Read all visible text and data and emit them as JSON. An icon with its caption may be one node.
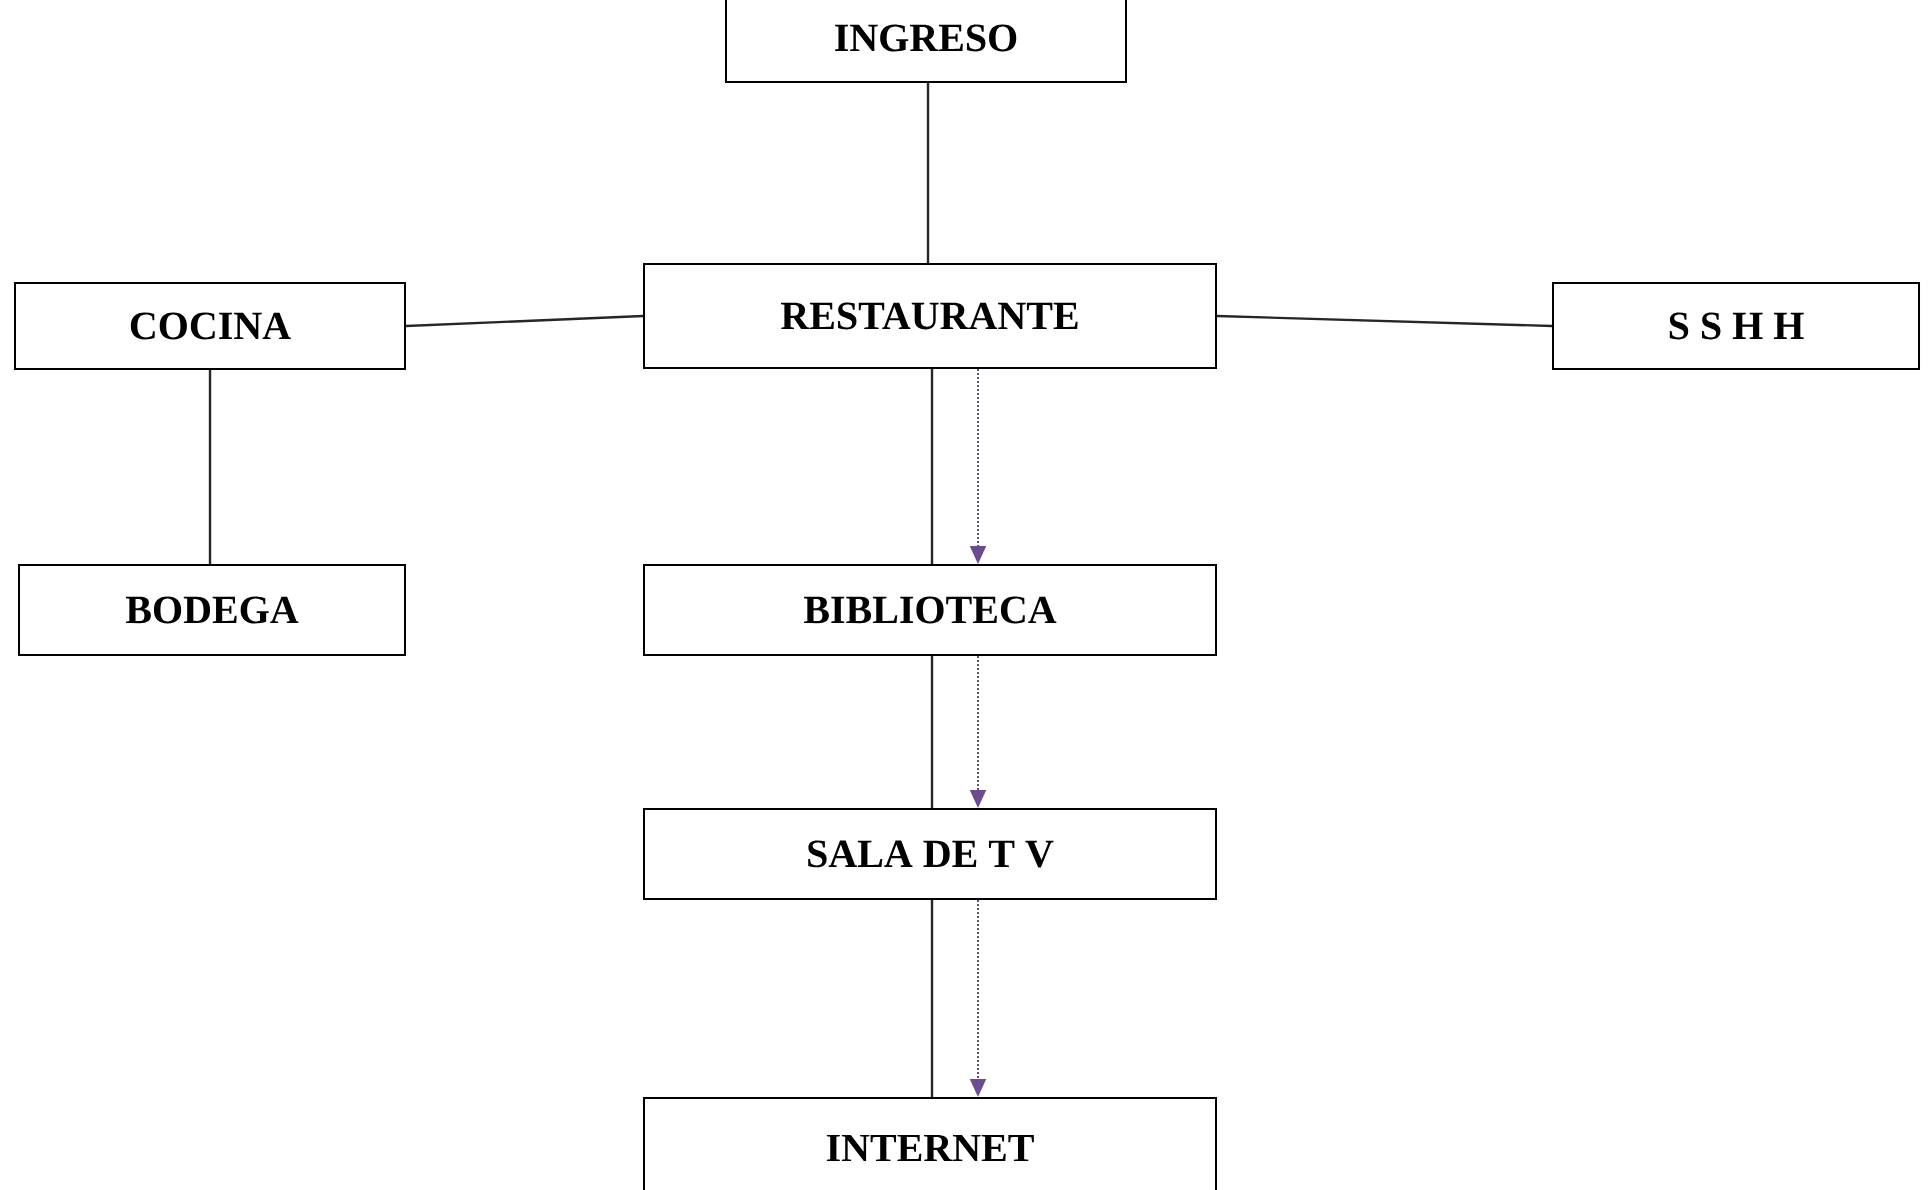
{
  "diagram": {
    "nodes": [
      {
        "text": [
          "INGRESO"
        ]
      },
      {
        "text": [
          "COCINA"
        ]
      },
      {
        "text": [
          "RESTAURANTE"
        ]
      },
      {
        "text": [
          "S S H H"
        ]
      },
      {
        "text": [
          "BODEGA"
        ]
      },
      {
        "text": [
          "BIBLIOTECA"
        ]
      },
      {
        "text": [
          "SALA DE T V"
        ]
      },
      {
        "text": [
          "INTERNET"
        ]
      }
    ],
    "edges": [
      {
        "from": 0,
        "to": 2,
        "arrow": "none"
      },
      {
        "from": 1,
        "to": 2,
        "arrow": "none"
      },
      {
        "from": 2,
        "to": 3,
        "arrow": "none"
      },
      {
        "from": 1,
        "to": 4,
        "arrow": "none"
      },
      {
        "from": 2,
        "to": 5,
        "arrow": "none"
      },
      {
        "from": 2,
        "to": 5,
        "arrow": "to",
        "style": "dashed",
        "color": "#6b4c8c"
      },
      {
        "from": 5,
        "to": 6,
        "arrow": "none"
      },
      {
        "from": 5,
        "to": 6,
        "arrow": "to",
        "style": "dashed",
        "color": "#6b4c8c"
      },
      {
        "from": 6,
        "to": 7,
        "arrow": "none"
      },
      {
        "from": 6,
        "to": 7,
        "arrow": "to",
        "style": "dashed",
        "color": "#6b4c8c"
      }
    ]
  }
}
